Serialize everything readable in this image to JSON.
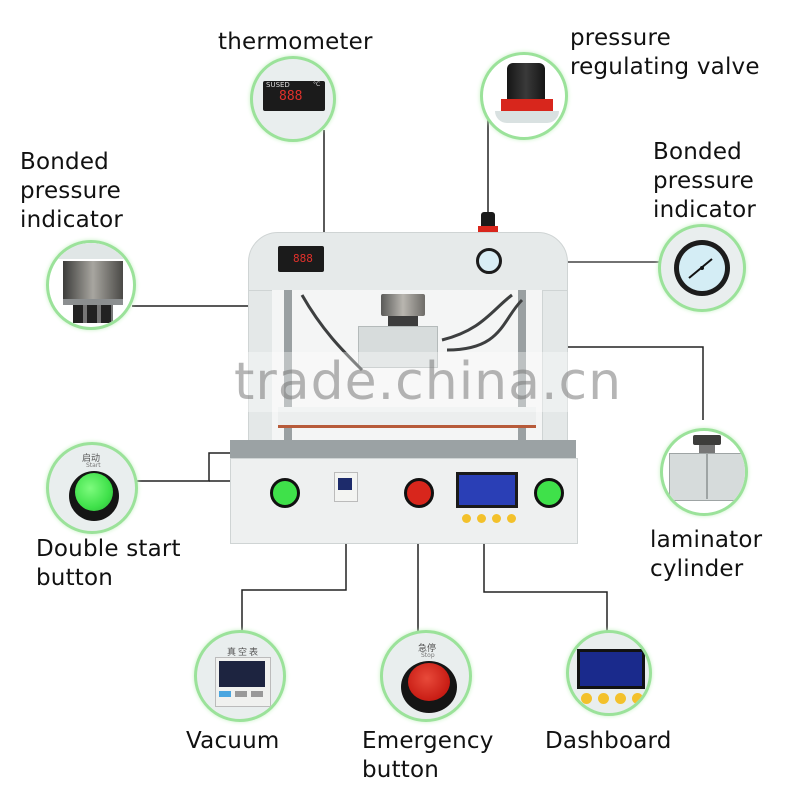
{
  "title": "Vacuum laminating machine component diagram",
  "watermark": "trade.china.cn",
  "labels": {
    "thermometer": "thermometer",
    "pressure_regulating_valve": [
      "pressure",
      "regulating valve"
    ],
    "bonded_pressure_indicator_right": [
      "Bonded",
      "pressure",
      "indicator"
    ],
    "bonded_pressure_indicator_left": [
      "Bonded",
      "pressure",
      "indicator"
    ],
    "double_start_button": [
      "Double start",
      "button"
    ],
    "laminator_cylinder": [
      "laminator",
      "cylinder"
    ],
    "vacuum": "Vacuum",
    "emergency_button": [
      "Emergency",
      "button"
    ],
    "dashboard": "Dashboard"
  },
  "panel_markings": {
    "thermo_brand": "SUSED",
    "thermo_display": "888",
    "thermo_unit": "°C",
    "start_cn": "启动",
    "start_en": "Start",
    "stop_cn": "急停",
    "stop_en": "Stop",
    "vacuum_cn": "真空表"
  },
  "colors": {
    "callout_ring": "#9be29a",
    "start_button": "#3fe14a",
    "emergency_button": "#d8261c",
    "lcd": "#2a3fb6",
    "key": "#f3c12b",
    "machine_body": "#eef0f0"
  }
}
